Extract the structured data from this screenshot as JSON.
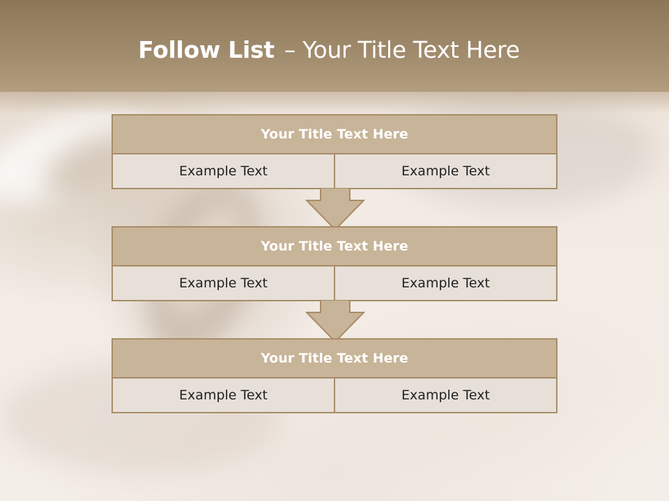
{
  "title": {
    "bold": "Follow List",
    "separator": "–",
    "rest": "Your Title Text Here"
  },
  "steps": [
    {
      "title": "Your Title Text Here",
      "left": "Example Text",
      "right": "Example Text"
    },
    {
      "title": "Your Title Text Here",
      "left": "Example Text",
      "right": "Example Text"
    },
    {
      "title": "Your Title Text Here",
      "left": "Example Text",
      "right": "Example Text"
    }
  ],
  "colors": {
    "header": "#a08a6c",
    "title_band": "#c8b498",
    "cell_fill": "#e7e0d9",
    "border": "#a78c68",
    "arrow": "#c8b498"
  },
  "icons": {
    "connector": "down-arrow-icon"
  }
}
